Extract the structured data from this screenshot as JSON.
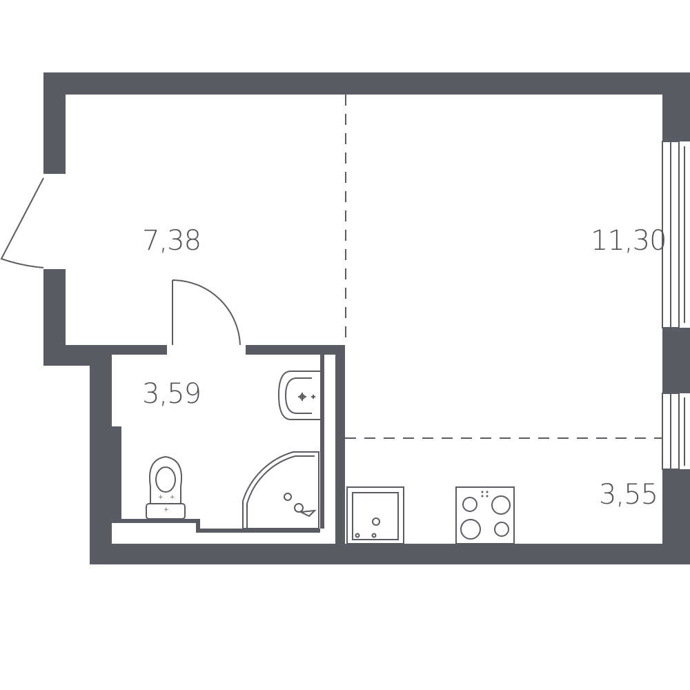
{
  "plan": {
    "rooms": [
      {
        "id": "hall",
        "area": "7,38"
      },
      {
        "id": "living",
        "area": "11,30"
      },
      {
        "id": "bathroom",
        "area": "3,59"
      },
      {
        "id": "kitchen",
        "area": "3,55"
      }
    ]
  },
  "colors": {
    "wall": "#5a5c63",
    "background": "#ffffff"
  }
}
